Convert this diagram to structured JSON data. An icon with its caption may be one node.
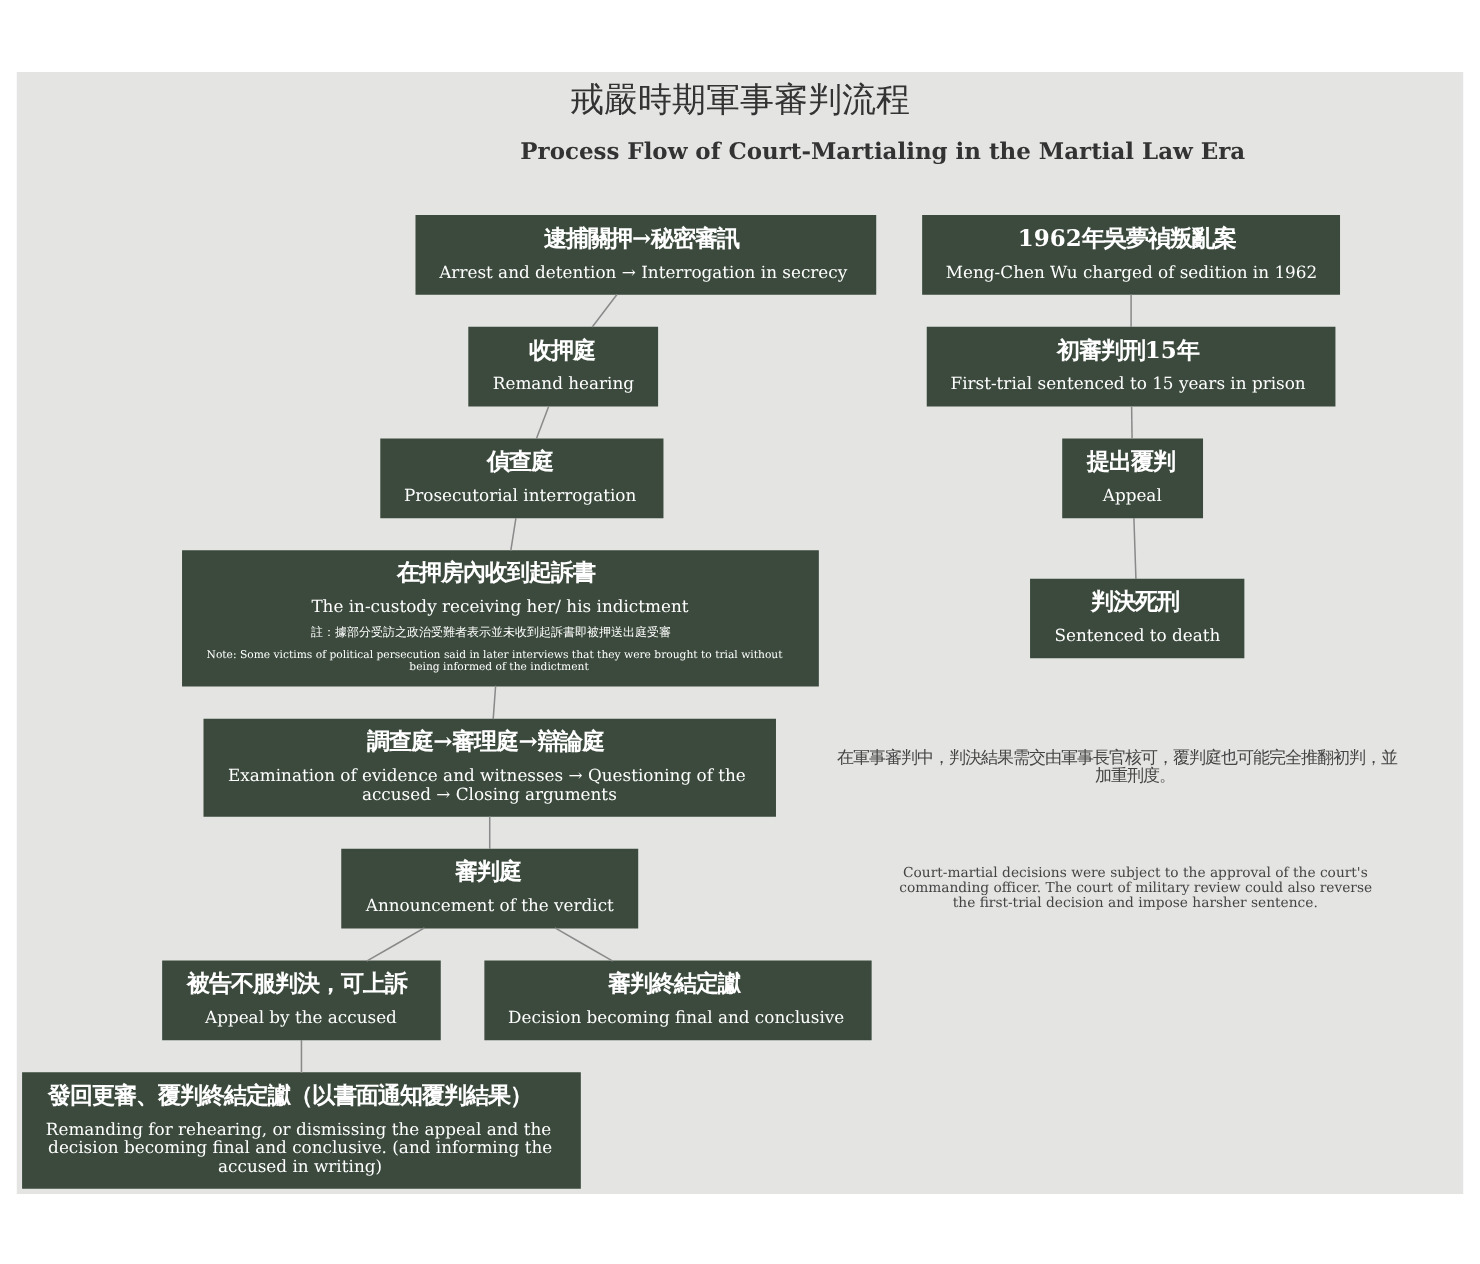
{
  "diagram": {
    "title": "戒嚴時期軍事審判流程",
    "nodes": [
      {
        "text": [
          "逮捕關押→秘密審訊",
          "Arrest and detention → Interrogation in secrecy"
        ]
      },
      {
        "text": [
          "收押庭",
          "Remand hearing"
        ]
      },
      {
        "text": [
          "偵查庭",
          "Prosecutorial interrogation"
        ]
      },
      {
        "text": [
          "在押房內收到起訴書",
          "The in-custody receiving her/ his indictment",
          "註：據部分受訪之政治受難者表示並未收到起訴書即被押送出庭受審",
          "Note: Some victims of political persecution said in later interviews that they were brought to trial without being informed of the indictment"
        ]
      },
      {
        "text": [
          "調查庭→審理庭→辯論庭",
          "Examination of evidence and witnesses → Questioning of the accused → Closing arguments"
        ]
      },
      {
        "text": [
          "審判庭",
          "Announcement of the verdict"
        ]
      },
      {
        "text": [
          "被告不服判決，可上訴",
          "Appeal by the accused"
        ]
      },
      {
        "text": [
          "審判終結定讞",
          "Decision becoming final and conclusive"
        ]
      },
      {
        "text": [
          "發回更審、覆判終結定讞（以書面通知覆判結果）",
          "Remanding for rehearing, or dismissing the appeal and the decision becoming final and conclusive. (and informing the accused in writing)"
        ]
      },
      {
        "text": [
          "1962年吳夢禎叛亂案",
          "Meng-Chen Wu charged of sedition in 1962"
        ]
      },
      {
        "text": [
          "初審判刑15年",
          "First-trial sentenced to 15 years in prison"
        ]
      },
      {
        "text": [
          "提出覆判",
          "Appeal"
        ]
      },
      {
        "text": [
          "判決死刑",
          "Sentenced to death"
        ]
      }
    ],
    "edges": [
      {
        "from": 0,
        "to": 1,
        "arrow": "none"
      },
      {
        "from": 1,
        "to": 2,
        "arrow": "none"
      },
      {
        "from": 2,
        "to": 3,
        "arrow": "none"
      },
      {
        "from": 3,
        "to": 4,
        "arrow": "none"
      },
      {
        "from": 4,
        "to": 5,
        "arrow": "none"
      },
      {
        "from": 5,
        "to": 6,
        "arrow": "none"
      },
      {
        "from": 5,
        "to": 7,
        "arrow": "none"
      },
      {
        "from": 6,
        "to": 8,
        "arrow": "none"
      },
      {
        "from": 9,
        "to": 10,
        "arrow": "none"
      },
      {
        "from": 10,
        "to": 11,
        "arrow": "none"
      },
      {
        "from": 11,
        "to": 12,
        "arrow": "none"
      }
    ],
    "labels": [
      "Process Flow of Court-Martialing in the Martial Law Era",
      "在軍事審判中，判決結果需交由軍事長官核可，覆判庭也可能完全推翻初判，並加重刑度。",
      "Court-martial decisions were subject to the approval of the court's commanding officer. The court of military review could also reverse the first-trial decision and impose harsher sentence."
    ]
  }
}
